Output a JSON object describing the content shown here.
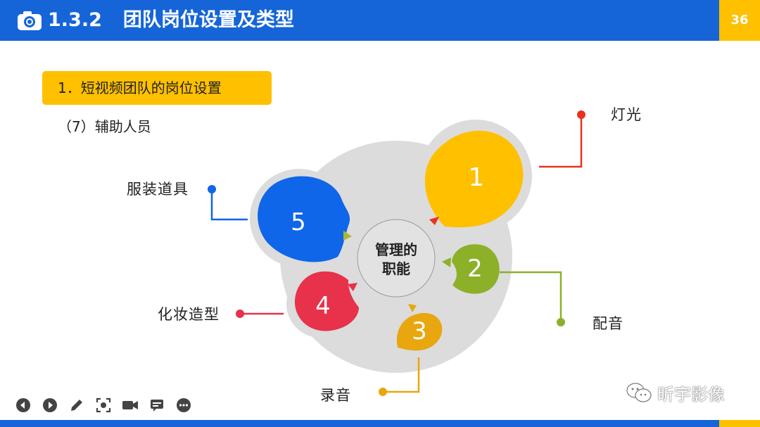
{
  "header": {
    "section_number": "1.3.2",
    "title": "团队岗位设置及类型",
    "page_number": "36"
  },
  "section_tag": "1．短视频团队的岗位设置",
  "subtitle": "（7）辅助人员",
  "diagram": {
    "center_label_line1": "管理的",
    "center_label_line2": "职能",
    "nodes": [
      {
        "number": "1",
        "label": "灯光",
        "color": "#ffc000",
        "dot_color": "#e8321e"
      },
      {
        "number": "2",
        "label": "配音",
        "color": "#8db029",
        "dot_color": "#8db029"
      },
      {
        "number": "3",
        "label": "录音",
        "color": "#e8a70e",
        "dot_color": "#e8a70e"
      },
      {
        "number": "4",
        "label": "化妆造型",
        "color": "#e8314a",
        "dot_color": "#e8314a"
      },
      {
        "number": "5",
        "label": "服装道具",
        "color": "#0f66e8",
        "dot_color": "#0f66e8"
      }
    ]
  },
  "watermark": "昕宇影像",
  "colors": {
    "header_blue": "#1565d8",
    "accent_yellow": "#ffc000"
  }
}
